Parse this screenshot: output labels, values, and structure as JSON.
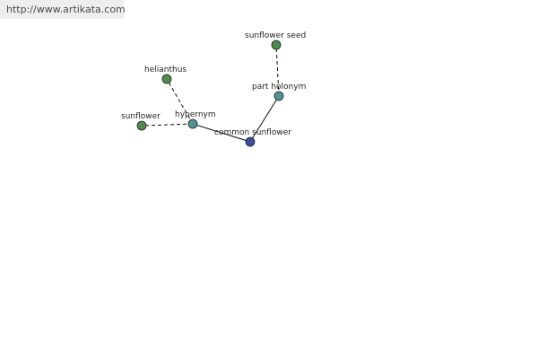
{
  "site": {
    "url": "http://www.artikata.com"
  },
  "graph": {
    "colors": {
      "center_node": "#3a4f9a",
      "relation_node": "#4e9494",
      "word_node": "#4f8a4f",
      "edge": "#111111"
    },
    "nodes": [
      {
        "id": "common-sunflower",
        "label": "common sunflower",
        "kind": "center"
      },
      {
        "id": "hypernym",
        "label": "hypernym",
        "kind": "relation"
      },
      {
        "id": "part-holonym",
        "label": "part holonym",
        "kind": "relation"
      },
      {
        "id": "sunflower",
        "label": "sunflower",
        "kind": "word"
      },
      {
        "id": "helianthus",
        "label": "helianthus",
        "kind": "word"
      },
      {
        "id": "sunflower-seed",
        "label": "sunflower seed",
        "kind": "word"
      }
    ],
    "edges": [
      {
        "from": "common-sunflower",
        "to": "hypernym",
        "style": "solid"
      },
      {
        "from": "common-sunflower",
        "to": "part-holonym",
        "style": "solid"
      },
      {
        "from": "hypernym",
        "to": "sunflower",
        "style": "dashed"
      },
      {
        "from": "hypernym",
        "to": "helianthus",
        "style": "dashed"
      },
      {
        "from": "part-holonym",
        "to": "sunflower-seed",
        "style": "dashed"
      }
    ]
  }
}
